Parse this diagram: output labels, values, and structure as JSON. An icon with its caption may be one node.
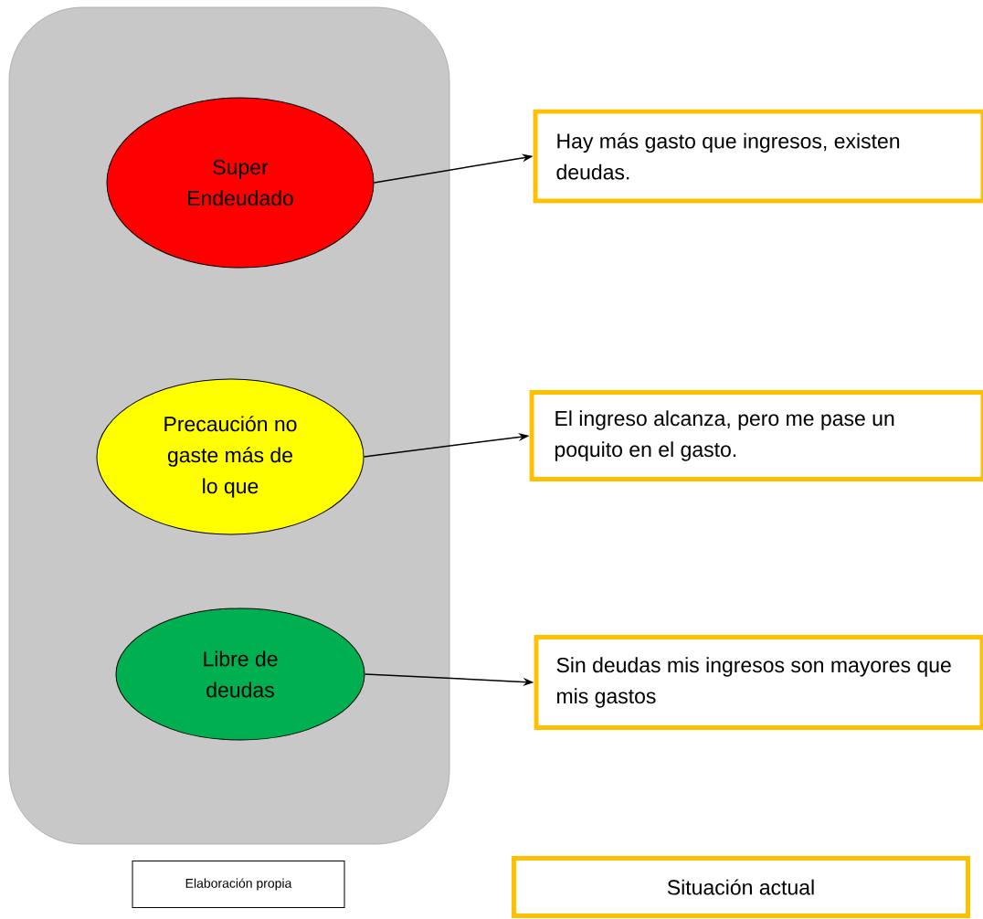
{
  "diagram": {
    "nodes": [
      {
        "text": [],
        "shape": "box"
      },
      {
        "text": [
          "Super Endeudado"
        ],
        "in": 0
      },
      {
        "text": [
          "Precaución no gaste más de lo que"
        ],
        "in": 0
      },
      {
        "text": [
          "Libre de deudas"
        ],
        "in": 0
      },
      {
        "text": [
          "Hay más gasto que ingresos, existen deudas."
        ]
      },
      {
        "text": [
          "El ingreso alcanza, pero me pase un poquito en el gasto."
        ]
      },
      {
        "text": [
          "Sin deudas mis ingresos son mayores que mis gastos"
        ]
      },
      {
        "text": [
          "Elaboración propia"
        ]
      },
      {
        "text": [
          "Situación actual"
        ]
      }
    ],
    "edges": [
      {
        "from": 1,
        "to": 4,
        "arrow": "to"
      },
      {
        "from": 2,
        "to": 5,
        "arrow": "to"
      },
      {
        "from": 3,
        "to": 6,
        "arrow": "to"
      }
    ]
  }
}
